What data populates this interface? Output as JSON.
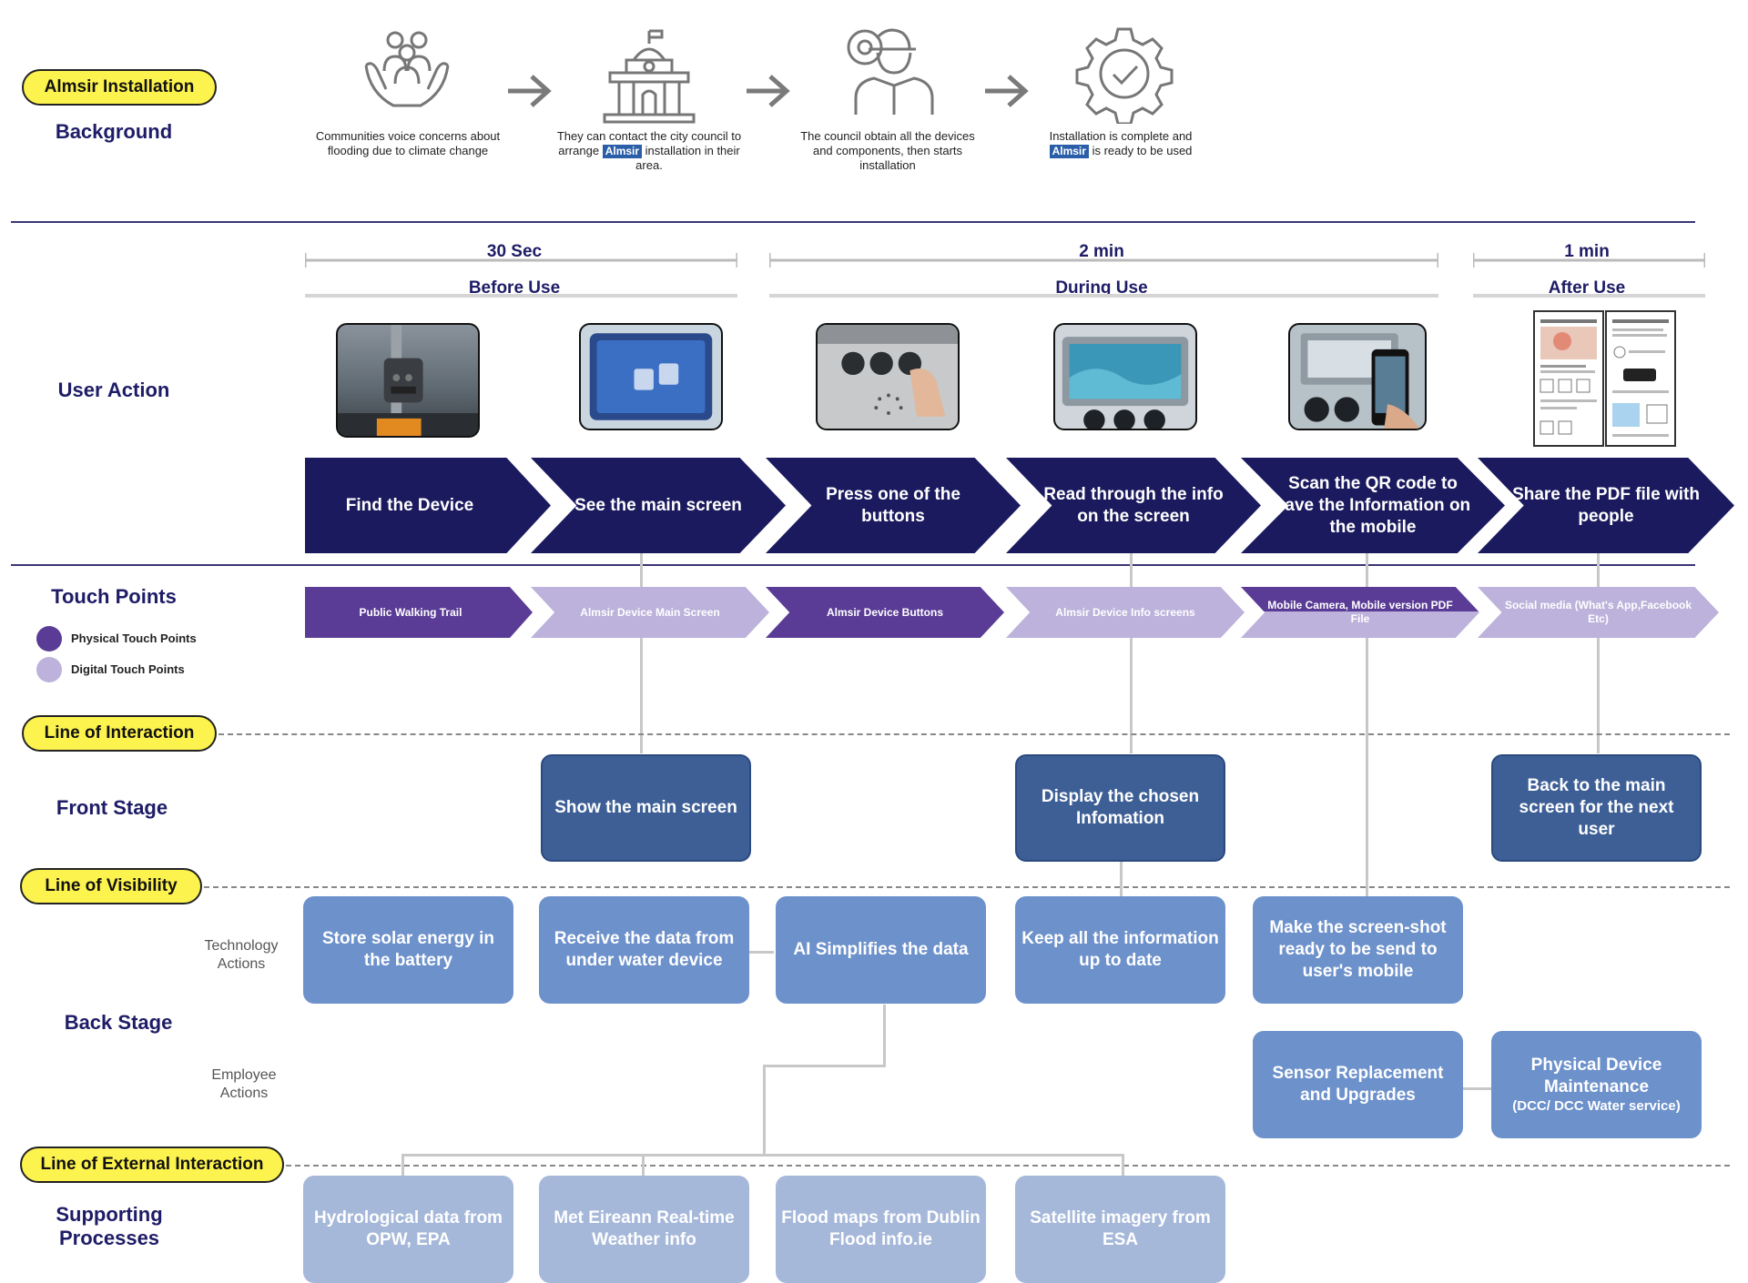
{
  "labels": {
    "almsir_installation": "Almsir Installation",
    "background": "Background",
    "user_action": "User Action",
    "touch_points": "Touch Points",
    "line_of_interaction": "Line of Interaction",
    "front_stage": "Front Stage",
    "line_of_visibility": "Line of Visibility",
    "technology_actions": "Technology Actions",
    "back_stage": "Back Stage",
    "employee_actions": "Employee Actions",
    "line_of_external_interaction": "Line of External Interaction",
    "supporting_processes": "Supporting Processes"
  },
  "background_steps": [
    {
      "icon": "community-hands-icon",
      "text": "Communities voice concerns about flooding due to climate change"
    },
    {
      "icon": "city-hall-icon",
      "text_before": "They can contact the city council to arrange",
      "brand": "Almsir",
      "text_after": "installation in their area."
    },
    {
      "icon": "worker-gear-icon",
      "text": "The council obtain all the devices and components, then starts installation"
    },
    {
      "icon": "gear-check-icon",
      "text_before": "Installation is complete and",
      "brand": "Almsir",
      "text_after": "is ready to be used"
    }
  ],
  "phases": [
    {
      "duration": "30 Sec",
      "name": "Before Use"
    },
    {
      "duration": "2 min",
      "name": "During Use"
    },
    {
      "duration": "1 min",
      "name": "After Use"
    }
  ],
  "user_actions": [
    "Find the Device",
    "See the main screen",
    "Press one of the buttons",
    "Read through the info on the screen",
    "Scan the QR code to save the Information on the mobile",
    "Share the PDF file with people"
  ],
  "touch_points": [
    {
      "label": "Public Walking Trail",
      "kind": "physical"
    },
    {
      "label": "Almsir Device Main Screen",
      "kind": "digital"
    },
    {
      "label": "Almsir Device Buttons",
      "kind": "physical"
    },
    {
      "label": "Almsir Device Info screens",
      "kind": "digital"
    },
    {
      "label": "Mobile Camera, Mobile version PDF File",
      "kind": "mixed"
    },
    {
      "label": "Social media (What's App,Facebook Etc)",
      "kind": "digital"
    }
  ],
  "legend": {
    "physical": "Physical Touch Points",
    "digital": "Digital Touch Points"
  },
  "front_stage": [
    "Show the main screen",
    "Display the chosen Infomation",
    "Back to the main screen for the next user"
  ],
  "tech_actions": [
    "Store solar energy in the battery",
    "Receive the data from under water device",
    "AI Simplifies the data",
    "Keep all the information up to date",
    "Make the screen-shot ready to be send to user's mobile"
  ],
  "employee_actions": [
    {
      "main": "Sensor Replacement and Upgrades"
    },
    {
      "main": "Physical Device Maintenance",
      "sub": "(DCC/ DCC Water service)"
    }
  ],
  "supporting": [
    "Hydrological data from OPW, EPA",
    "Met Eireann Real-time Weather info",
    "Flood maps from Dublin Flood info.ie",
    "Satellite imagery from ESA"
  ],
  "colors": {
    "navy": "#1b1a5e",
    "physical": "#5a3c96",
    "digital": "#bcb2db",
    "front": "#3d5f96",
    "back": "#6d91cb",
    "support": "#a6b8da",
    "pill": "#fdf34e"
  }
}
